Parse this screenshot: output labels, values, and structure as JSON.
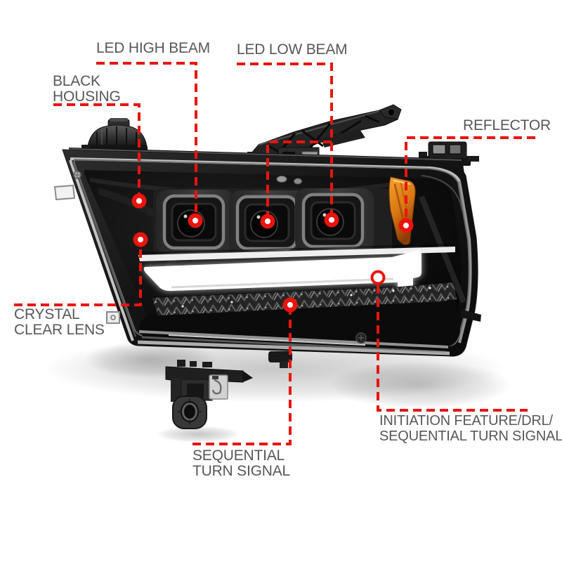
{
  "page": {
    "type": "product-callout-diagram",
    "subject": "LED truck headlight assembly",
    "background": "#ffffff"
  },
  "colors": {
    "callout_red": "#ea140e",
    "label_text": "#56575a",
    "amber_reflector": "#e1841f",
    "drl_bar_white": "#ffffff",
    "housing_black": "#0d0d0d"
  },
  "callouts": {
    "led_high_beam": {
      "line1": "LED HIGH BEAM"
    },
    "led_low_beam": {
      "line1": "LED LOW BEAM"
    },
    "black_housing": {
      "line1": "BLACK",
      "line2": "HOUSING"
    },
    "reflector": {
      "line1": "REFLECTOR"
    },
    "crystal_clear_lens": {
      "line1": "CRYSTAL",
      "line2": "CLEAR LENS"
    },
    "sequential_turn_signal": {
      "line1": "SEQUENTIAL",
      "line2": "TURN SIGNAL"
    },
    "initiation_feature": {
      "line1": "INITIATION FEATURE/DRL/",
      "line2": "SEQUENTIAL TURN SIGNAL"
    }
  }
}
